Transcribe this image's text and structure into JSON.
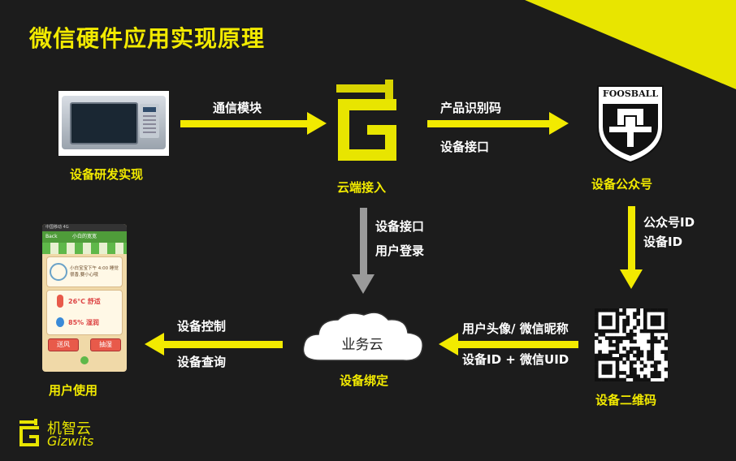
{
  "title": "微信硬件应用实现原理",
  "nodes": {
    "device_dev": "设备研发实现",
    "cloud_access": "云端接入",
    "device_account": "设备公众号",
    "user_use": "用户使用",
    "binding": "设备绑定",
    "qrcode": "设备二维码",
    "cloud_service": "业务云"
  },
  "edges": {
    "comm_module": "通信模块",
    "product_code": "产品识别码",
    "device_api_top": "设备接口",
    "device_api_mid": "设备接口",
    "user_login": "用户登录",
    "account_id": "公众号ID",
    "device_id": "设备ID",
    "avatar_nick": "用户头像/ 微信昵称",
    "id_uid": "设备ID + 微信UID",
    "device_control": "设备控制",
    "device_query": "设备查询"
  },
  "foosball": "FOOSBALL",
  "phone": {
    "status": "中国移动 4G",
    "nav_back": "Back",
    "nav_title": "小白的宽宽",
    "message": "小白宝宝下午 4:00 睡觉很香,要小心哦",
    "temp": "26°C 舒适",
    "humidity": "85% 湿润",
    "btn_left": "送风",
    "btn_right": "抽湿"
  },
  "brand": {
    "name": "机智云",
    "sub": "Gizwits"
  },
  "colors": {
    "background": "#1c1c1c",
    "accent": "#f2ea00",
    "arrow_gray": "#9a9a9a"
  }
}
